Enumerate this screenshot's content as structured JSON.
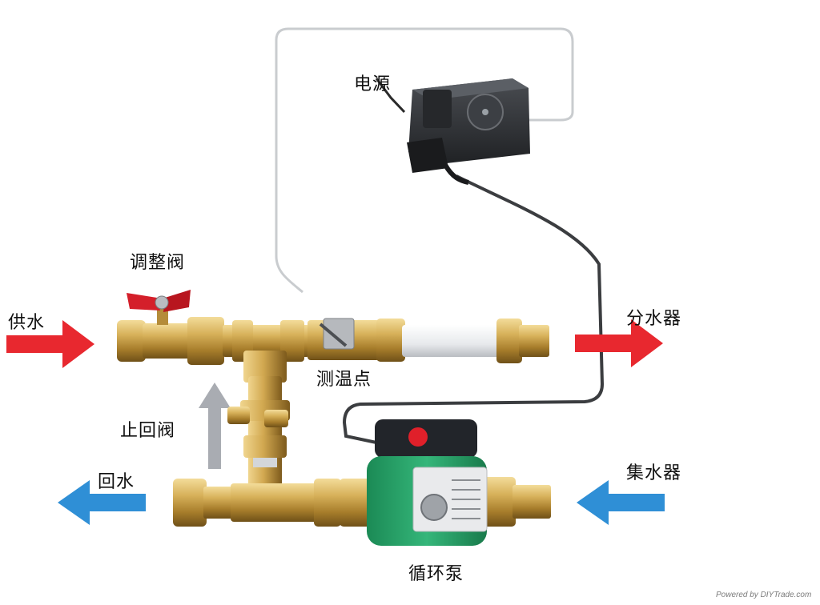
{
  "labels": {
    "power": "电源",
    "regulating_valve": "调整阀",
    "supply_water": "供水",
    "distributor": "分水器",
    "temp_point": "测温点",
    "check_valve": "止回阀",
    "return_water": "回水",
    "collector": "集水器",
    "pump": "循环泵"
  },
  "watermark": "Powered by DIYTrade.com",
  "colors": {
    "supply_arrow": "#e8282f",
    "return_arrow": "#2f8fd6",
    "flow_arrow": "#a9acb2",
    "brass": "#c8a046",
    "pump_green": "#2aa56b",
    "valve_handle": "#d41f2a",
    "pump_button": "#e0202a",
    "white_pipe": "#eceef0",
    "controller": "#2d2f33"
  },
  "icons": [
    "right-arrow-icon",
    "left-arrow-icon",
    "up-arrow-icon"
  ]
}
